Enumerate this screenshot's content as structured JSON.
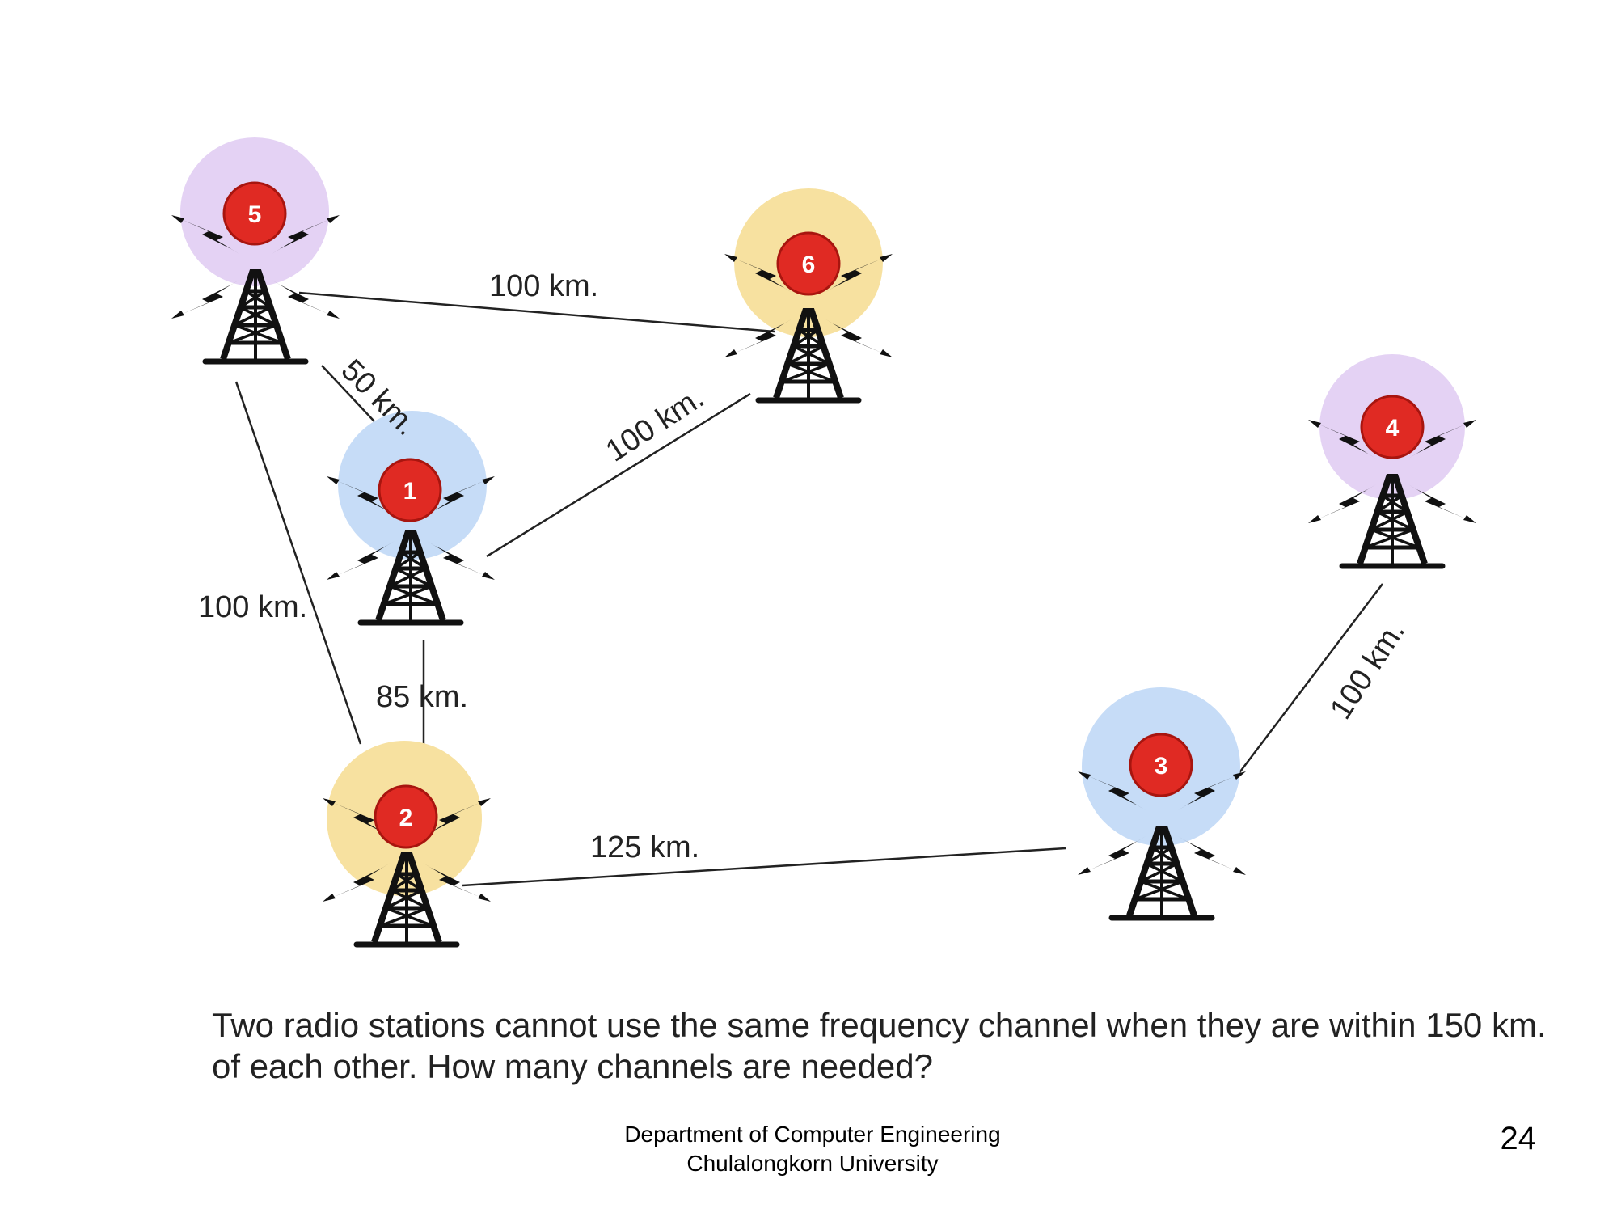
{
  "diagram": {
    "stations": [
      {
        "id": "1",
        "label": "1",
        "range_color": "#c6dcf7"
      },
      {
        "id": "2",
        "label": "2",
        "range_color": "#f7e1a0"
      },
      {
        "id": "3",
        "label": "3",
        "range_color": "#c6dcf7"
      },
      {
        "id": "4",
        "label": "4",
        "range_color": "#e4d2f4"
      },
      {
        "id": "5",
        "label": "5",
        "range_color": "#e4d2f4"
      },
      {
        "id": "6",
        "label": "6",
        "range_color": "#f7e1a0"
      }
    ],
    "links": [
      {
        "from": "5",
        "to": "6",
        "distance": "100 km."
      },
      {
        "from": "5",
        "to": "1",
        "distance": "50 km."
      },
      {
        "from": "1",
        "to": "6",
        "distance": "100 km."
      },
      {
        "from": "5",
        "to": "2",
        "distance": "100 km."
      },
      {
        "from": "1",
        "to": "2",
        "distance": "85 km."
      },
      {
        "from": "2",
        "to": "3",
        "distance": "125 km."
      },
      {
        "from": "3",
        "to": "4",
        "distance": "100 km."
      }
    ],
    "badge_color": "#e02a23",
    "tower_color": "#111111"
  },
  "question": {
    "line1": "Two radio stations cannot use the same frequency channel when they are within 150 km.",
    "line2": "of each other. How many channels are needed?"
  },
  "footer": {
    "line1": "Department of Computer Engineering",
    "line2": "Chulalongkorn University"
  },
  "page_number": "24"
}
